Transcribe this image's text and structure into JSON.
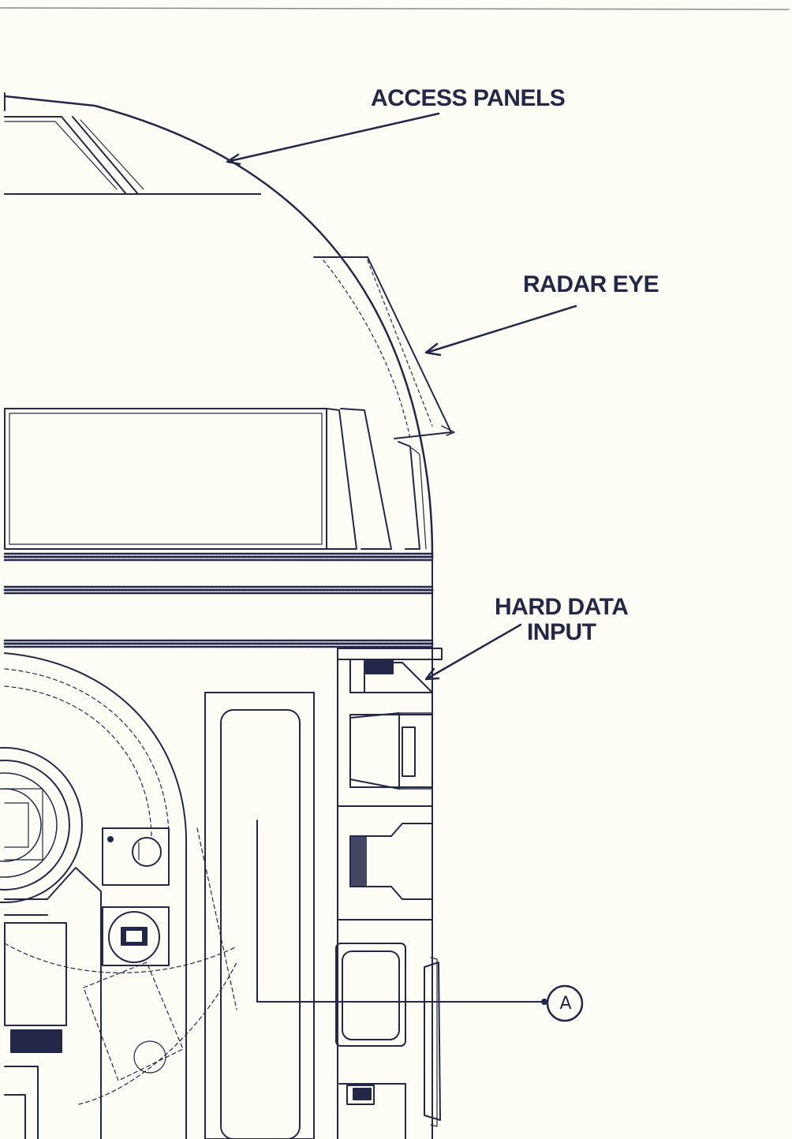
{
  "labels": {
    "access_panels": "ACCESS PANELS",
    "radar_eye": "RADAR EYE",
    "hard_data_input_line1": "HARD DATA",
    "hard_data_input_line2": "INPUT"
  },
  "callout": {
    "marker": "A"
  },
  "colors": {
    "ink": "#23284a",
    "paper": "#fdfdf6"
  }
}
